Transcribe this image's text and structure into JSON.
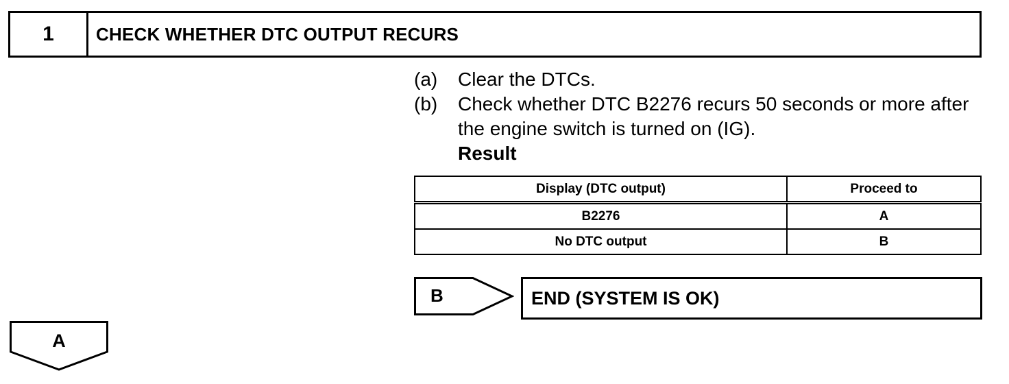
{
  "step": {
    "number": "1",
    "title": "CHECK WHETHER DTC OUTPUT RECURS"
  },
  "instructions": [
    {
      "letter": "(a)",
      "text": "Clear the DTCs."
    },
    {
      "letter": "(b)",
      "text": "Check whether DTC B2276 recurs 50 seconds or more after the engine switch is turned on (IG)."
    }
  ],
  "result_label": "Result",
  "result_table": {
    "headers": [
      "Display (DTC output)",
      "Proceed to"
    ],
    "rows": [
      [
        "B2276",
        "A"
      ],
      [
        "No DTC output",
        "B"
      ]
    ]
  },
  "branch_b": {
    "label": "B",
    "target": "END (SYSTEM IS OK)"
  },
  "branch_a": {
    "label": "A"
  }
}
